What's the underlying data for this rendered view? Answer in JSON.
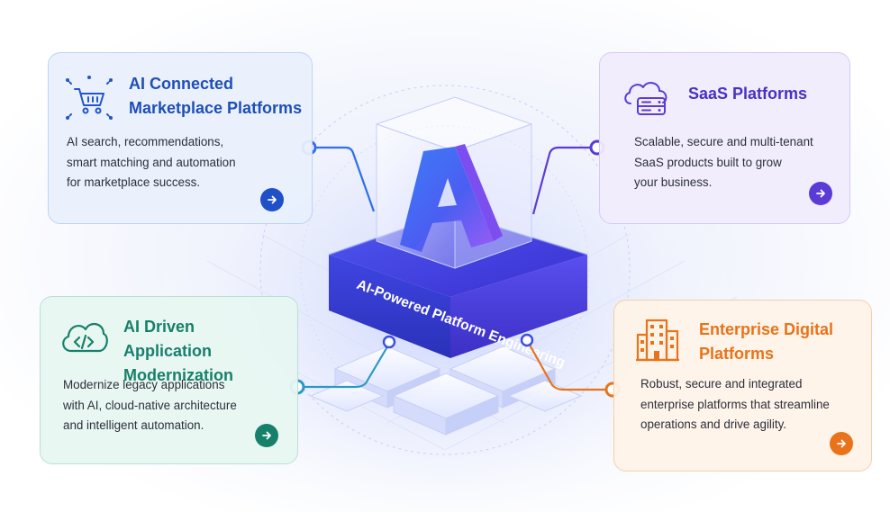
{
  "center": {
    "cube_letter": "A",
    "base_label": "AI-Powered Platform Engineering"
  },
  "cards": {
    "marketplace": {
      "title_line1": "AI Connected",
      "title_line2": "Marketplace Platforms",
      "desc_line1": "AI search, recommendations,",
      "desc_line2": "smart matching and automation",
      "desc_line3": "for marketplace success.",
      "icon": "shopping-cart-network-icon",
      "accent": "#1f4fb6"
    },
    "saas": {
      "title_line1": "SaaS Platforms",
      "desc_line1": "Scalable, secure and multi-tenant",
      "desc_line2": "SaaS products built to grow",
      "desc_line3": "your business.",
      "icon": "cloud-server-icon",
      "accent": "#5b3bd6"
    },
    "modernization": {
      "title_line1": "AI Driven",
      "title_line2": "Application Modernization",
      "desc_line1": "Modernize legacy applications",
      "desc_line2": "with AI, cloud-native architecture",
      "desc_line3": "and intelligent automation.",
      "icon": "cloud-code-icon",
      "accent": "#17806a"
    },
    "enterprise": {
      "title_line1": "Enterprise Digital",
      "title_line2": "Platforms",
      "desc_line1": "Robust, secure and integrated",
      "desc_line2": "enterprise platforms that streamline",
      "desc_line3": "operations and drive agility.",
      "icon": "buildings-icon",
      "accent": "#e8731a"
    }
  }
}
